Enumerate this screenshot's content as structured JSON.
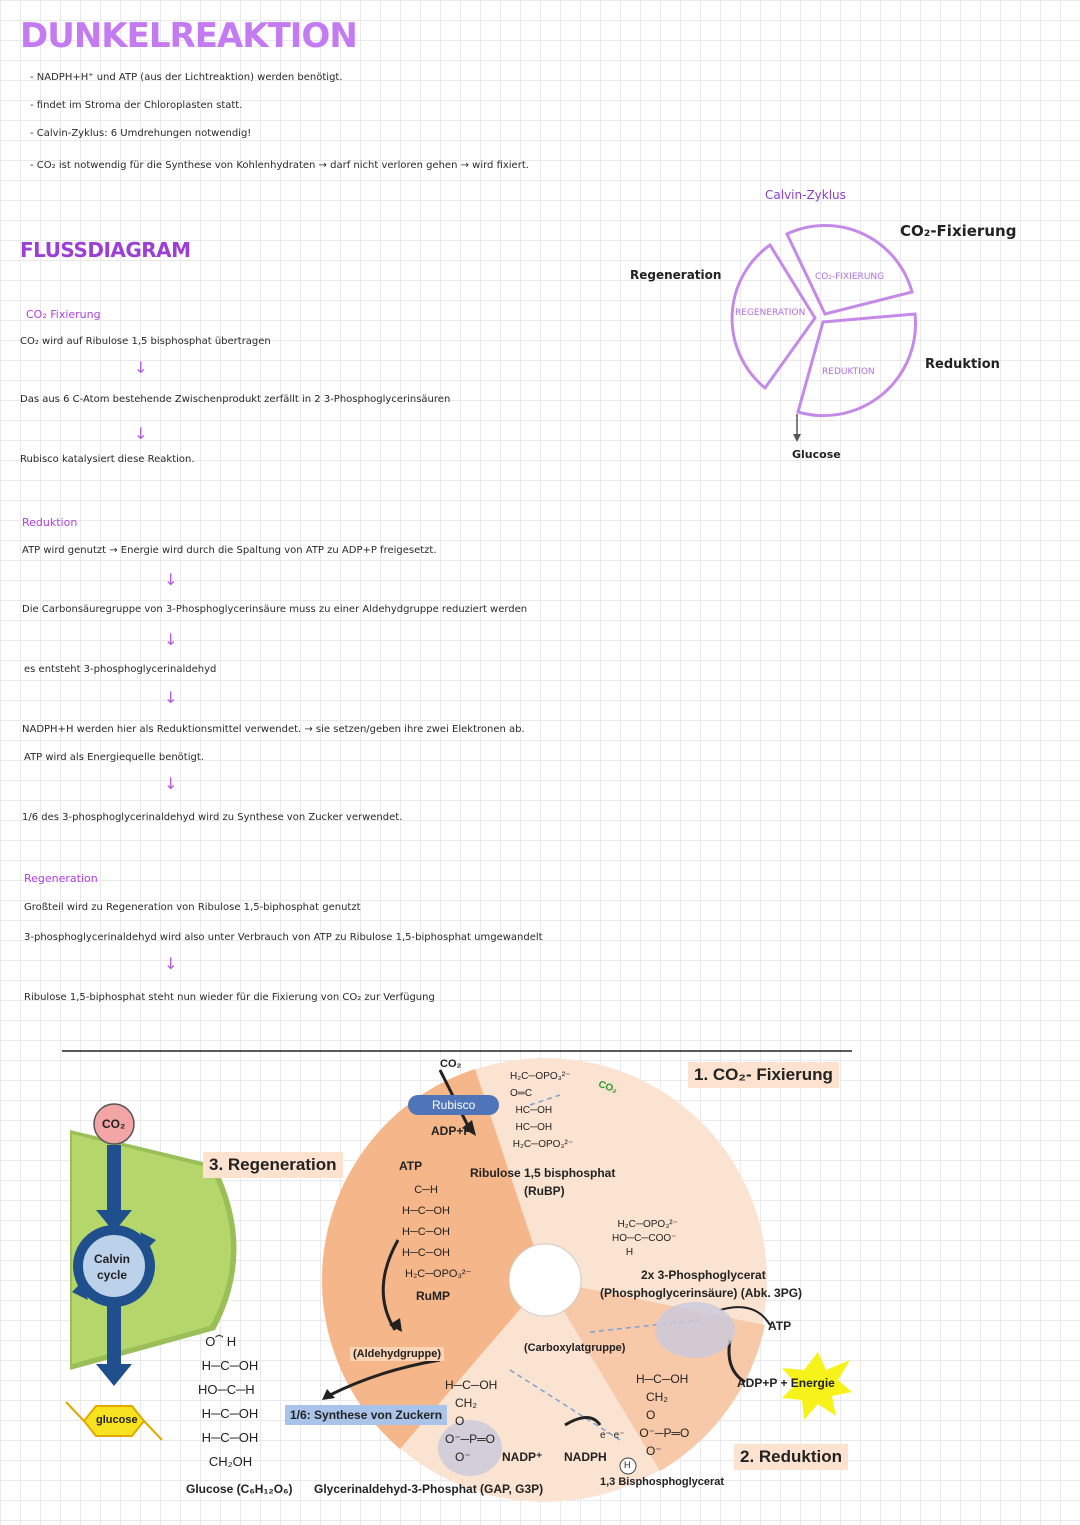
{
  "notes": {
    "title": "DUNKELREAKTION",
    "bullets": [
      "- NADPH+H⁺ und ATP (aus der Lichtreaktion) werden benötigt.",
      "- findet im Stroma der Chloroplasten statt.",
      "- Calvin-Zyklus: 6 Umdrehungen notwendig!",
      "- CO₂ ist notwendig für die Synthese von Kohlenhydraten → darf nicht verloren gehen → wird fixiert."
    ],
    "flow_title": "FLUSSDIAGRAM",
    "fixierung": {
      "heading": "CO₂ Fixierung",
      "steps": [
        "CO₂ wird auf Ribulose 1,5 bisphosphat übertragen",
        "Das aus 6 C-Atom bestehende Zwischenprodukt zerfällt in 2 3-Phosphoglycerinsäuren",
        "Rubisco katalysiert diese Reaktion."
      ]
    },
    "reduktion": {
      "heading": "Reduktion",
      "steps": [
        "ATP wird genutzt → Energie wird durch die Spaltung von ATP zu ADP+P freigesetzt.",
        "Die Carbonsäuregruppe von 3-Phosphoglycerinsäure muss zu einer Aldehydgruppe reduziert werden",
        "es entsteht 3-phosphoglycerinaldehyd",
        "NADPH+H werden hier als Reduktionsmittel verwendet. → sie setzen/geben ihre zwei Elektronen ab.",
        "ATP wird als Energiequelle benötigt.",
        "1/6 des 3-phosphoglycerinaldehyd wird zu Synthese von Zucker verwendet."
      ]
    },
    "regeneration": {
      "heading": "Regeneration",
      "steps": [
        "Großteil wird zu Regeneration von Ribulose 1,5-biphosphat genutzt",
        "3-phosphoglycerinaldehyd wird also unter Verbrauch von ATP zu Ribulose 1,5-biphosphat umgewandelt",
        "Ribulose 1,5-biphosphat steht nun wieder für die Fixierung von CO₂ zur Verfügung"
      ]
    }
  },
  "cycle_sketch": {
    "title": "Calvin-Zyklus",
    "outer_fixierung": "CO₂-Fixierung",
    "outer_regeneration": "Regeneration",
    "outer_reduktion": "Reduktion",
    "seg_fixierung": "CO₂-FIXIERUNG",
    "seg_regeneration": "REGENERATION",
    "seg_reduktion": "REDUKTION",
    "glucose": "Glucose",
    "color": "#c58ae8"
  },
  "figure": {
    "left": {
      "co2": "CO₂",
      "calvin": "Calvin",
      "cycle": "cycle",
      "glucose": "glucose"
    },
    "phases": {
      "fixierung": "1. CO₂- Fixierung",
      "reduktion": "2. Reduktion",
      "regeneration": "3. Regeneration"
    },
    "labels": {
      "co2_top": "CO₂",
      "co2_green": "CO₂",
      "rubisco": "Rubisco",
      "adp_p_top": "ADP+P",
      "atp_left": "ATP",
      "rubp": "Ribulose 1,5 bisphosphat",
      "rubp_abbr": "(RuBP)",
      "rump": "RuMP",
      "pg_name": "2x 3-Phosphoglycerat",
      "pg_alt": "(Phosphoglycerinsäure) (Abk. 3PG)",
      "atp_right": "ATP",
      "adp_energie": "ADP+P + Energie",
      "carboxyl": "(Carboxylatgruppe)",
      "aldehyd": "(Aldehydgruppe)",
      "synthese": "1/6: Synthese von Zuckern",
      "nadp": "NADP⁺",
      "nadph": "NADPH",
      "hplus": "H",
      "electrons": "e⁻ e⁻",
      "bpg": "1,3 Bisphosphoglycerat",
      "gap": "Glycerinaldehyd-3-Phosphat (GAP, G3P)",
      "glucose_formula": "Glucose (C₆H₁₂O₆)"
    },
    "colors": {
      "light": "#fbe3d2",
      "dark": "#f5b68a",
      "blue": "#1f4f8c",
      "label_bg": "#fde3cf",
      "rubisco": "#4f74b8",
      "synthese_bg": "#a9c4e8",
      "energie": "#f6f21a"
    }
  }
}
